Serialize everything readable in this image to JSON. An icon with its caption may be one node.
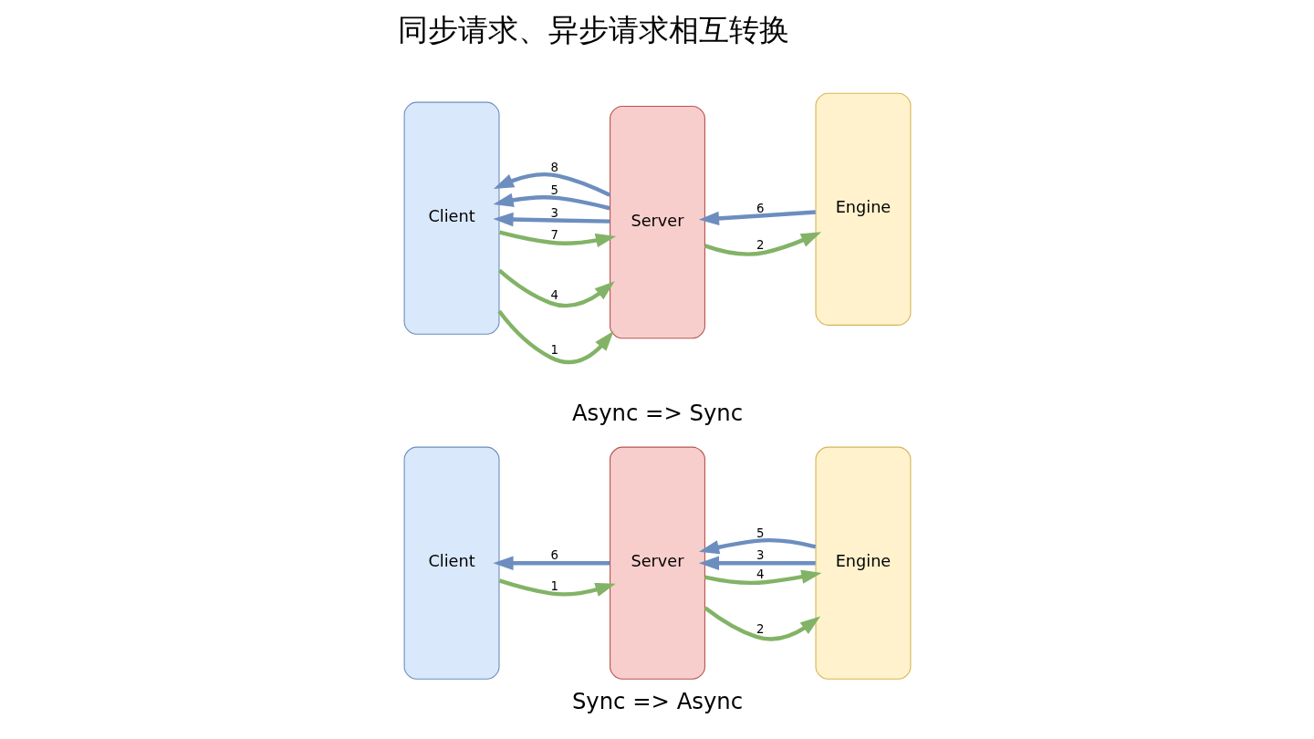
{
  "diagram": {
    "title": "同步请求、异步请求相互转换",
    "nodes": [
      {
        "text": [
          "Client"
        ]
      },
      {
        "text": [
          "Server"
        ]
      },
      {
        "text": [
          "Engine"
        ]
      },
      {
        "text": [
          "Client"
        ]
      },
      {
        "text": [
          "Server"
        ]
      },
      {
        "text": [
          "Engine"
        ]
      }
    ],
    "edges": [
      {
        "from": 0,
        "to": 1,
        "arrow": "to",
        "label": "1",
        "color": "#82b366"
      },
      {
        "from": 1,
        "to": 2,
        "arrow": "to",
        "label": "2",
        "color": "#82b366"
      },
      {
        "from": 2,
        "to": 1,
        "arrow": "to",
        "label": "3",
        "color": "#6c8ebf"
      },
      {
        "from": 1,
        "to": 2,
        "arrow": "to",
        "label": "4",
        "color": "#82b366"
      },
      {
        "from": 2,
        "to": 1,
        "arrow": "to",
        "label": "5",
        "color": "#6c8ebf"
      },
      {
        "from": 1,
        "to": 0,
        "arrow": "to",
        "label": "6",
        "color": "#6c8ebf"
      },
      {
        "from": 3,
        "to": 4,
        "arrow": "to",
        "label": "1",
        "color": "#82b366"
      },
      {
        "from": 4,
        "to": 3,
        "arrow": "to",
        "label": "3",
        "color": "#6c8ebf"
      },
      {
        "from": 3,
        "to": 4,
        "arrow": "to",
        "label": "4",
        "color": "#82b366"
      },
      {
        "from": 4,
        "to": 3,
        "arrow": "to",
        "label": "5",
        "color": "#6c8ebf"
      },
      {
        "from": 3,
        "to": 4,
        "arrow": "to",
        "label": "7",
        "color": "#82b366"
      },
      {
        "from": 4,
        "to": 3,
        "arrow": "to",
        "label": "8",
        "color": "#6c8ebf"
      },
      {
        "from": 4,
        "to": 5,
        "arrow": "to",
        "label": "2",
        "color": "#82b366"
      },
      {
        "from": 5,
        "to": 4,
        "arrow": "to",
        "label": "6",
        "color": "#6c8ebf"
      }
    ],
    "labels": [
      "Sync => Async",
      "Async => Sync"
    ]
  }
}
